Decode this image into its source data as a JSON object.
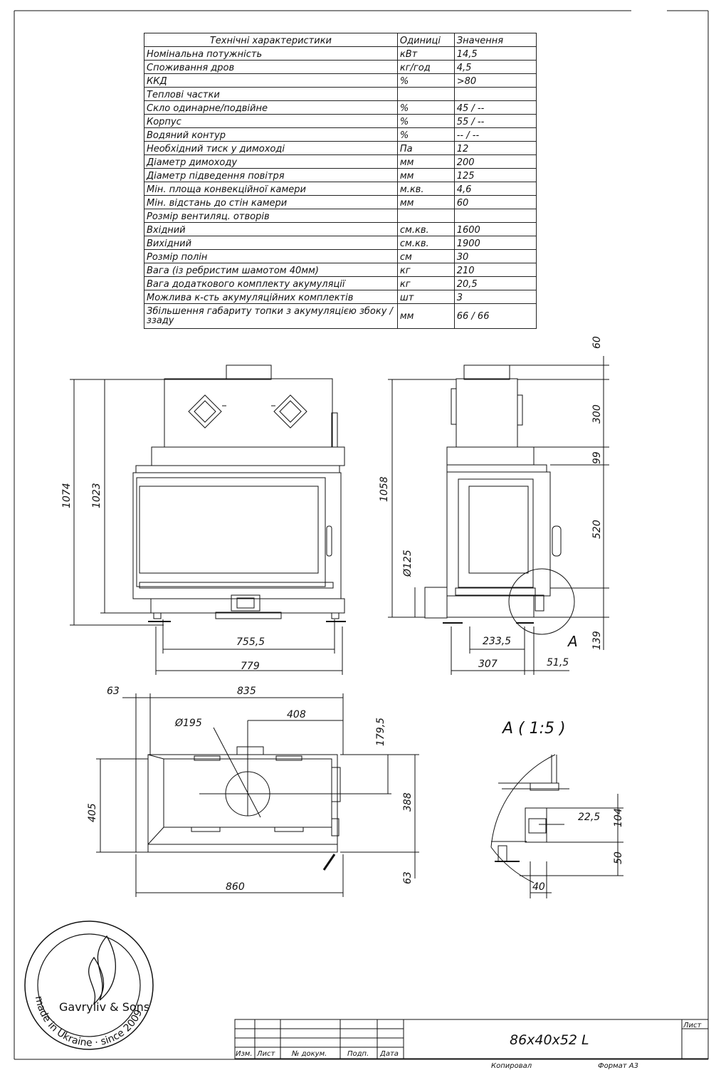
{
  "spec_table": {
    "header": [
      "Технічні характеристики",
      "Одиниці",
      "Значення"
    ],
    "rows": [
      [
        "Номінальна потужність",
        "кВт",
        "14,5"
      ],
      [
        "Споживання дров",
        "кг/год",
        "4,5"
      ],
      [
        "ККД",
        "%",
        ">80"
      ],
      [
        "Теплові частки",
        "",
        ""
      ],
      [
        "Скло одинарне/подвійне",
        "%",
        "45 / --"
      ],
      [
        "Корпус",
        "%",
        "55 / --"
      ],
      [
        "Водяний контур",
        "%",
        "-- / --"
      ],
      [
        "Необхідний тиск у димоході",
        "Па",
        "12"
      ],
      [
        "Діаметр димоходу",
        "мм",
        "200"
      ],
      [
        "Діаметр підведення повітря",
        "мм",
        "125"
      ],
      [
        "Мін. площа конвекційної камери",
        "м.кв.",
        "4,6"
      ],
      [
        "Мін. відстань до стін камери",
        "мм",
        "60"
      ],
      [
        "Розмір вентиляц. отворів",
        "",
        ""
      ],
      [
        "Вхідний",
        "см.кв.",
        "1600"
      ],
      [
        "Вихідний",
        "см.кв.",
        "1900"
      ],
      [
        "Розмір полін",
        "см",
        "30"
      ],
      [
        "Вага (із ребристим шамотом 40мм)",
        "кг",
        "210"
      ],
      [
        "Вага додаткового комплекту акумуляції",
        "кг",
        "20,5"
      ],
      [
        "Можлива к-сть акумуляційних комплектів",
        "шт",
        "3"
      ],
      [
        "Збільшення габариту топки з акумуляцією збоку / ззаду",
        "мм",
        "66 / 66"
      ]
    ]
  },
  "dimensions": {
    "front_total_height": "1074",
    "front_height": "1023",
    "front_inner_width": "755,5",
    "front_width": "779",
    "side_height": "1058",
    "side_top_flue": "60",
    "side_upper": "300",
    "side_frame": "99",
    "side_glass": "520",
    "side_bottom": "139",
    "side_air_inlet": "Ø125",
    "side_depth_a": "233,5",
    "side_depth_b": "307",
    "side_offset": "51,5",
    "detail_marker": "A",
    "top_offset_left": "63",
    "top_width": "835",
    "top_flue_dia": "Ø195",
    "top_flue_x": "408",
    "top_flue_y": "179,5",
    "top_depth_left": "405",
    "top_depth_right": "388",
    "top_bottom": "63",
    "top_total_width": "860",
    "detail_22": "22,5",
    "detail_104": "104",
    "detail_50": "50",
    "detail_40": "40"
  },
  "detail_title": "A ( 1:5 )",
  "logo": {
    "brand": "Gavryliv & Sons",
    "ring": "made in Ukraine · since 2009"
  },
  "title_block": {
    "model": "86x40x52 L",
    "cols": [
      "Изм.",
      "Лист",
      "№ докум.",
      "Подп.",
      "Дата"
    ],
    "sheet_label": "Лист",
    "copied": "Копировал",
    "format": "Формат А3"
  },
  "colors": {
    "line": "#111111",
    "panel": "#ffffff"
  }
}
